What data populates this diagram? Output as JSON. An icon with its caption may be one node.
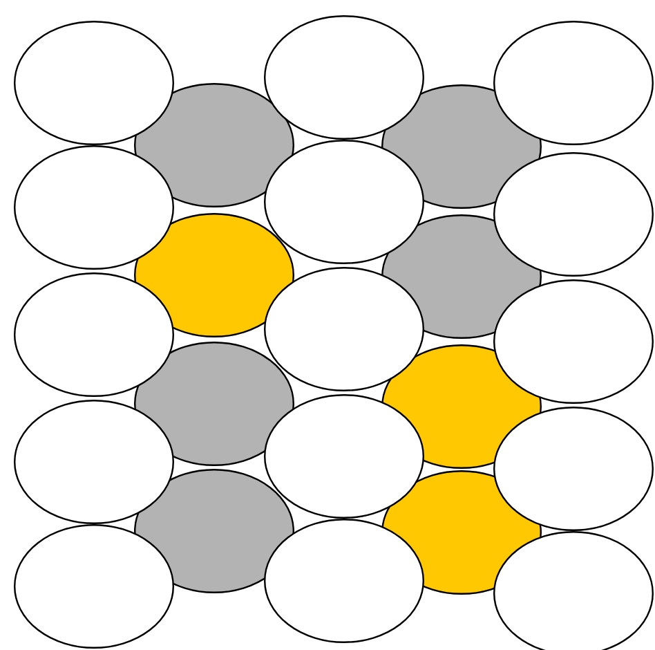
{
  "diagram": {
    "nodes": [
      {
        "text": [],
        "shape": "ellipse"
      },
      {
        "text": [],
        "shape": "ellipse"
      },
      {
        "text": [],
        "shape": "ellipse"
      },
      {
        "text": [],
        "shape": "ellipse"
      },
      {
        "text": [],
        "shape": "ellipse"
      },
      {
        "text": [],
        "shape": "ellipse"
      },
      {
        "text": [],
        "shape": "ellipse"
      },
      {
        "text": [],
        "shape": "ellipse"
      },
      {
        "text": [],
        "shape": "ellipse"
      },
      {
        "text": [],
        "shape": "ellipse"
      },
      {
        "text": [],
        "shape": "ellipse"
      },
      {
        "text": [],
        "shape": "ellipse"
      },
      {
        "text": [],
        "shape": "ellipse"
      },
      {
        "text": [],
        "shape": "ellipse"
      },
      {
        "text": [],
        "shape": "ellipse"
      },
      {
        "text": [],
        "shape": "ellipse"
      },
      {
        "text": [],
        "shape": "ellipse"
      },
      {
        "text": [],
        "shape": "ellipse"
      },
      {
        "text": [],
        "shape": "ellipse"
      },
      {
        "text": [],
        "shape": "ellipse"
      },
      {
        "text": [],
        "shape": "ellipse"
      },
      {
        "text": [],
        "shape": "ellipse"
      },
      {
        "text": [],
        "shape": "ellipse"
      }
    ]
  }
}
